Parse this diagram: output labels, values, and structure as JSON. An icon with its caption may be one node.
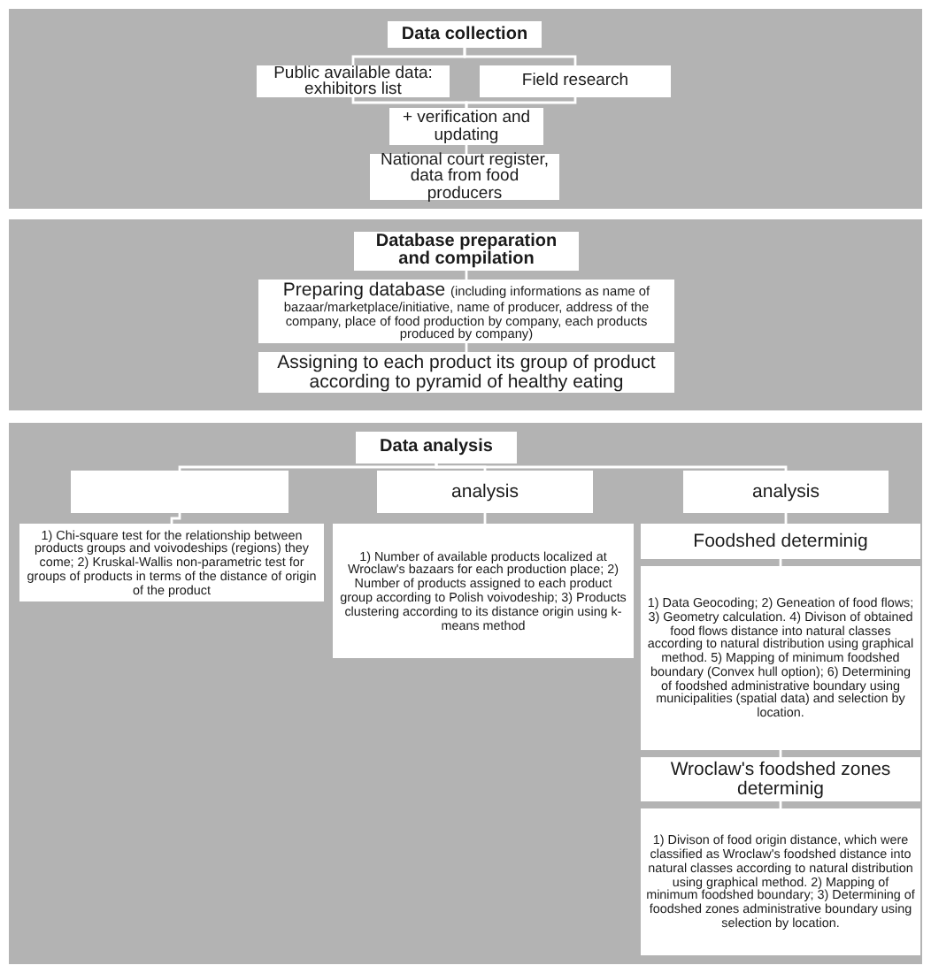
{
  "diagram": {
    "nodes": [
      {
        "text": [],
        "shape": "box"
      },
      {
        "text": [
          "Data collection"
        ],
        "in": 0
      },
      {
        "text": [
          "Public available data: exhibitors list"
        ],
        "in": 0
      },
      {
        "text": [
          "Field research"
        ],
        "in": 0
      },
      {
        "text": [
          "+ verification and updating"
        ],
        "in": 0
      },
      {
        "text": [
          "National court register, data from food producers"
        ],
        "in": 0
      },
      {
        "text": [],
        "shape": "box"
      },
      {
        "text": [
          "Database preparation and compilation"
        ],
        "in": 6
      },
      {
        "text": [
          "Preparing database",
          "(including informations as name of bazaar/marketplace/initiative, name of producer, address of the company, place of food production by company, each products produced by company)"
        ],
        "in": 6
      },
      {
        "text": [
          "Assigning to each product its group of product according to pyramid of healthy eating"
        ],
        "in": 6
      },
      {
        "text": [],
        "shape": "box"
      },
      {
        "text": [
          "Data analysis"
        ],
        "in": 10
      },
      {
        "text": [],
        "shape": "box",
        "in": 10
      },
      {
        "text": [
          "1) Chi-square test for the relationship between products groups and voivodeships (regions) they come; 2) Kruskal-Wallis non-parametric test for groups of products in terms of the distance of origin of the product"
        ],
        "in": 10
      },
      {
        "text": [
          "analysis"
        ],
        "in": 10
      },
      {
        "text": [
          "1) Number of available products localized at Wroclaw's bazaars for each production place; 2) Number of products assigned to each product group according to Polish voivodeship; 3) Products clustering according to its distance origin using k-means method"
        ],
        "in": 10
      },
      {
        "text": [
          "analysis"
        ],
        "in": 10
      },
      {
        "text": [
          "Foodshed determinig"
        ],
        "in": 10
      },
      {
        "text": [
          "1) Data Geocoding; 2) Geneation of food flows; 3) Geometry calculation. 4) Divison of obtained food flows distance into natural classes according to natural distribution using graphical method. 5) Mapping of minimum foodshed boundary (Convex hull option); 6) Determining of foodshed administrative boundary using municipalities (spatial data) and selection by location."
        ],
        "in": 10
      },
      {
        "text": [
          "Wroclaw's foodshed zones determinig"
        ],
        "in": 10
      },
      {
        "text": [
          "1) Divison of food origin distance, which were classified as Wroclaw's foodshed distance into natural classes according to natural distribution using graphical method. 2) Mapping of minimum foodshed boundary; 3) Determining of foodshed zones administrative boundary using selection by location."
        ],
        "in": 10
      }
    ],
    "edges": [
      {
        "from": 1,
        "to": 2,
        "arrow": "none"
      },
      {
        "from": 1,
        "to": 3,
        "arrow": "none"
      },
      {
        "from": 2,
        "to": 4,
        "arrow": "none"
      },
      {
        "from": 3,
        "to": 4,
        "arrow": "none"
      },
      {
        "from": 4,
        "to": 5,
        "arrow": "none"
      },
      {
        "from": 7,
        "to": 8,
        "arrow": "none"
      },
      {
        "from": 8,
        "to": 9,
        "arrow": "none"
      },
      {
        "from": 11,
        "to": 12,
        "arrow": "none"
      },
      {
        "from": 11,
        "to": 14,
        "arrow": "none"
      },
      {
        "from": 11,
        "to": 16,
        "arrow": "none"
      },
      {
        "from": 12,
        "to": 13,
        "arrow": "none"
      },
      {
        "from": 14,
        "to": 15,
        "arrow": "none"
      },
      {
        "from": 16,
        "to": 17,
        "arrow": "none"
      },
      {
        "from": 17,
        "to": 18,
        "arrow": "none"
      },
      {
        "from": 18,
        "to": 19,
        "arrow": "none"
      },
      {
        "from": 19,
        "to": 20,
        "arrow": "none"
      }
    ]
  }
}
